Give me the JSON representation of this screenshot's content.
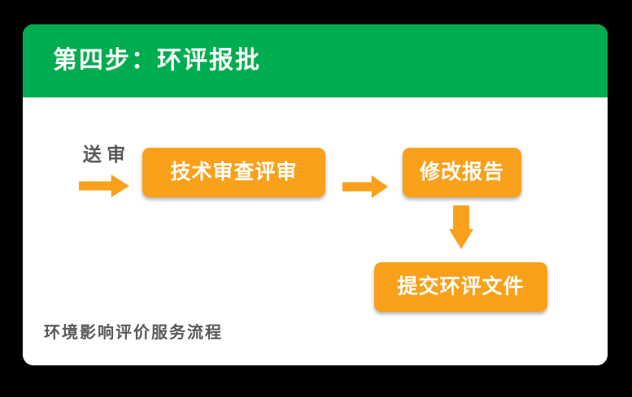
{
  "header": {
    "title": "第四步：环评报批"
  },
  "flow": {
    "start_label": "送 审",
    "nodes": [
      {
        "id": "technical-review",
        "label": "技术审查评审"
      },
      {
        "id": "revise-report",
        "label": "修改报告"
      },
      {
        "id": "submit-eia-documents",
        "label": "提交环评文件"
      }
    ],
    "arrows": [
      {
        "from": "start",
        "to": "technical-review",
        "direction": "right"
      },
      {
        "from": "technical-review",
        "to": "revise-report",
        "direction": "right"
      },
      {
        "from": "revise-report",
        "to": "submit-eia-documents",
        "direction": "down"
      }
    ]
  },
  "footer": {
    "caption": "环境影响评价服务流程"
  },
  "colors": {
    "background": "#000000",
    "card": "#FFFFFF",
    "header_green": "#00AC50",
    "node_orange": "#F9A11B",
    "arrow_orange": "#F9A11B",
    "label_gray": "#595959",
    "node_text": "#FFFFFF",
    "header_text": "#FFFFFF"
  }
}
